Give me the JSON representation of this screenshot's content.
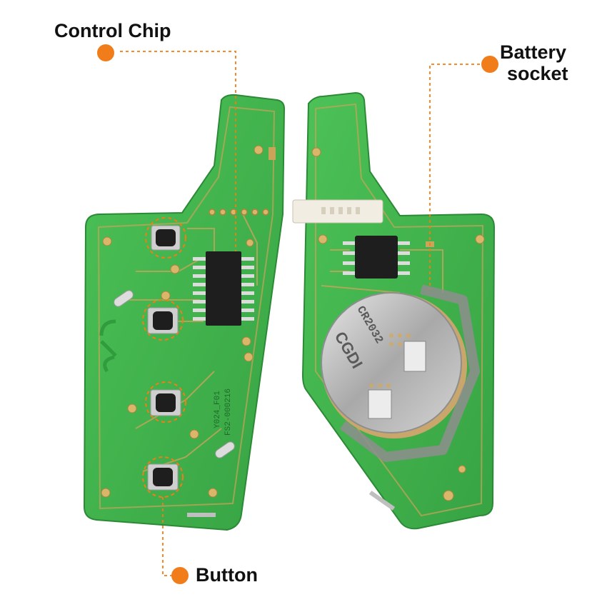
{
  "callouts": {
    "control_chip": "Control Chip",
    "battery_socket_line1": "Battery",
    "battery_socket_line2": "socket",
    "button": "Button"
  },
  "board_markings": {
    "model": "Y024_F01",
    "serial": "FS2-000216",
    "battery_model": "CR2032",
    "brand": "CGDI"
  },
  "colors": {
    "pcb_green": "#3fb24a",
    "pcb_dark_green": "#2c8a36",
    "pad_gold": "#d9b66a",
    "callout_orange": "#f07d1a",
    "chip_black": "#1e1e1e",
    "metal": "#b8b8b8"
  },
  "icons": [
    "callout-dot-icon"
  ]
}
